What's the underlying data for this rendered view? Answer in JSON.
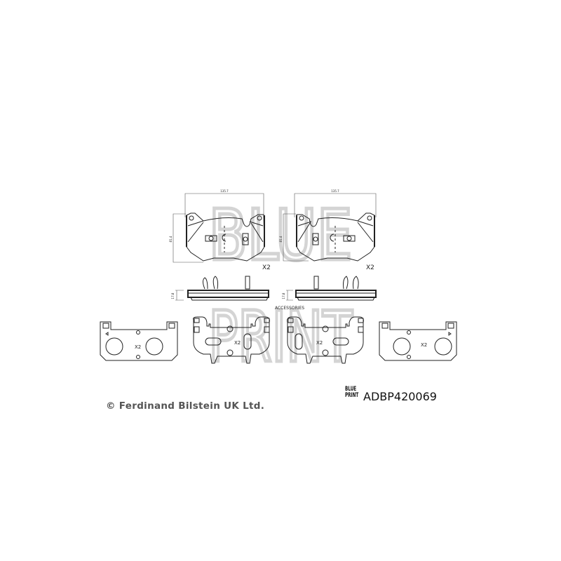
{
  "drawing": {
    "watermark": [
      "BLUE",
      "PRINT"
    ],
    "pads": [
      {
        "width_label": "135.7",
        "height_label": "81.4",
        "thickness_label": "17.8",
        "quantity": "X2"
      },
      {
        "width_label": "135.7",
        "height_label": "81.4",
        "thickness_label": "17.8",
        "quantity": "X2"
      }
    ],
    "accessories_label": "ACCESSORIES",
    "shims": [
      {
        "quantity": "X2"
      },
      {
        "quantity": "X2"
      },
      {
        "quantity": "X2"
      },
      {
        "quantity": "X2"
      }
    ]
  },
  "footer": {
    "copyright": "© Ferdinand Bilstein UK Ltd.",
    "logo": [
      "BLUE",
      "PRINT"
    ],
    "part_number": "ADBP420069"
  }
}
